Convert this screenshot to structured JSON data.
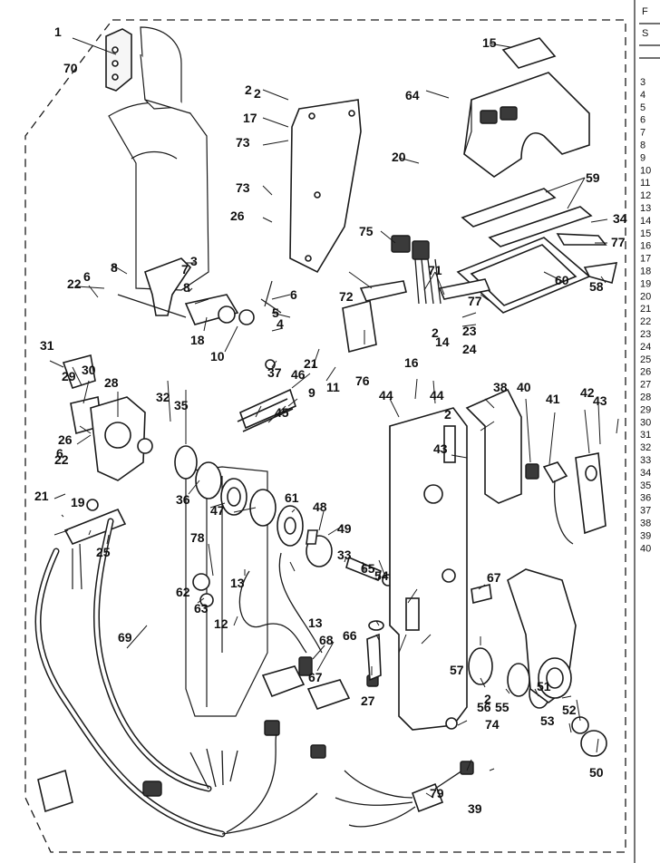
{
  "diagram": {
    "callouts": [
      "1",
      "2",
      "2",
      "2",
      "2",
      "2",
      "3",
      "4",
      "5",
      "6",
      "6",
      "6",
      "7",
      "8",
      "8",
      "9",
      "10",
      "11",
      "12",
      "13",
      "13",
      "14",
      "15",
      "16",
      "17",
      "18",
      "19",
      "20",
      "21",
      "21",
      "22",
      "22",
      "23",
      "24",
      "25",
      "26",
      "26",
      "27",
      "28",
      "29",
      "30",
      "31",
      "32",
      "33",
      "34",
      "35",
      "36",
      "37",
      "38",
      "39",
      "40",
      "41",
      "42",
      "43",
      "43",
      "44",
      "44",
      "45",
      "46",
      "47",
      "48",
      "49",
      "50",
      "51",
      "52",
      "53",
      "54",
      "55",
      "56",
      "57",
      "58",
      "59",
      "60",
      "61",
      "62",
      "63",
      "64",
      "65",
      "66",
      "67",
      "67",
      "68",
      "69",
      "70",
      "71",
      "72",
      "73",
      "73",
      "74",
      "75",
      "76",
      "77",
      "77",
      "78",
      "79"
    ],
    "edge_column": {
      "header": [
        "F",
        "S"
      ],
      "numbers": [
        "3",
        "4",
        "5",
        "6",
        "7",
        "8",
        "9",
        "10",
        "11",
        "12",
        "13",
        "14",
        "15",
        "16",
        "17",
        "18",
        "19",
        "20",
        "21",
        "22",
        "23",
        "24",
        "25",
        "26",
        "27",
        "28",
        "29",
        "30",
        "31",
        "32",
        "33",
        "34",
        "35",
        "36",
        "37",
        "38",
        "39",
        "40"
      ]
    }
  }
}
